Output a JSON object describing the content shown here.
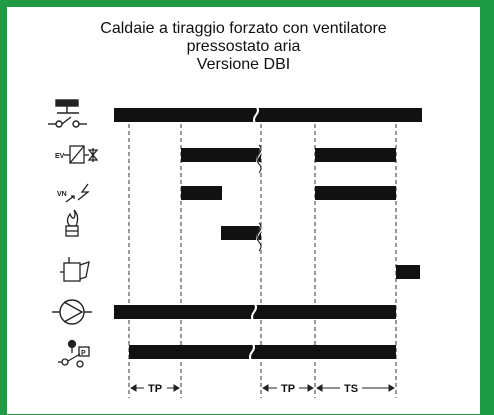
{
  "title": {
    "line1": "Caldaie a tiraggio forzato con ventilatore",
    "line2": "pressostato aria",
    "line3": "Versione DBI"
  },
  "icons": [
    {
      "name": "thermostat-icon",
      "label": ""
    },
    {
      "name": "gas-valve-icon",
      "label": "EV"
    },
    {
      "name": "fan-icon",
      "label": "VN"
    },
    {
      "name": "flame-icon",
      "label": ""
    },
    {
      "name": "lockout-lamp-icon",
      "label": ""
    },
    {
      "name": "pump-icon",
      "label": ""
    },
    {
      "name": "air-pressure-switch-icon",
      "label": ""
    }
  ],
  "valve_label": "EV",
  "fan_label": "VN",
  "pressure_label": "P",
  "intervals": {
    "tp1": "TP",
    "tp2": "TP",
    "ts": "TS"
  },
  "colors": {
    "frame": "#1f9a45",
    "bar": "#111111"
  }
}
